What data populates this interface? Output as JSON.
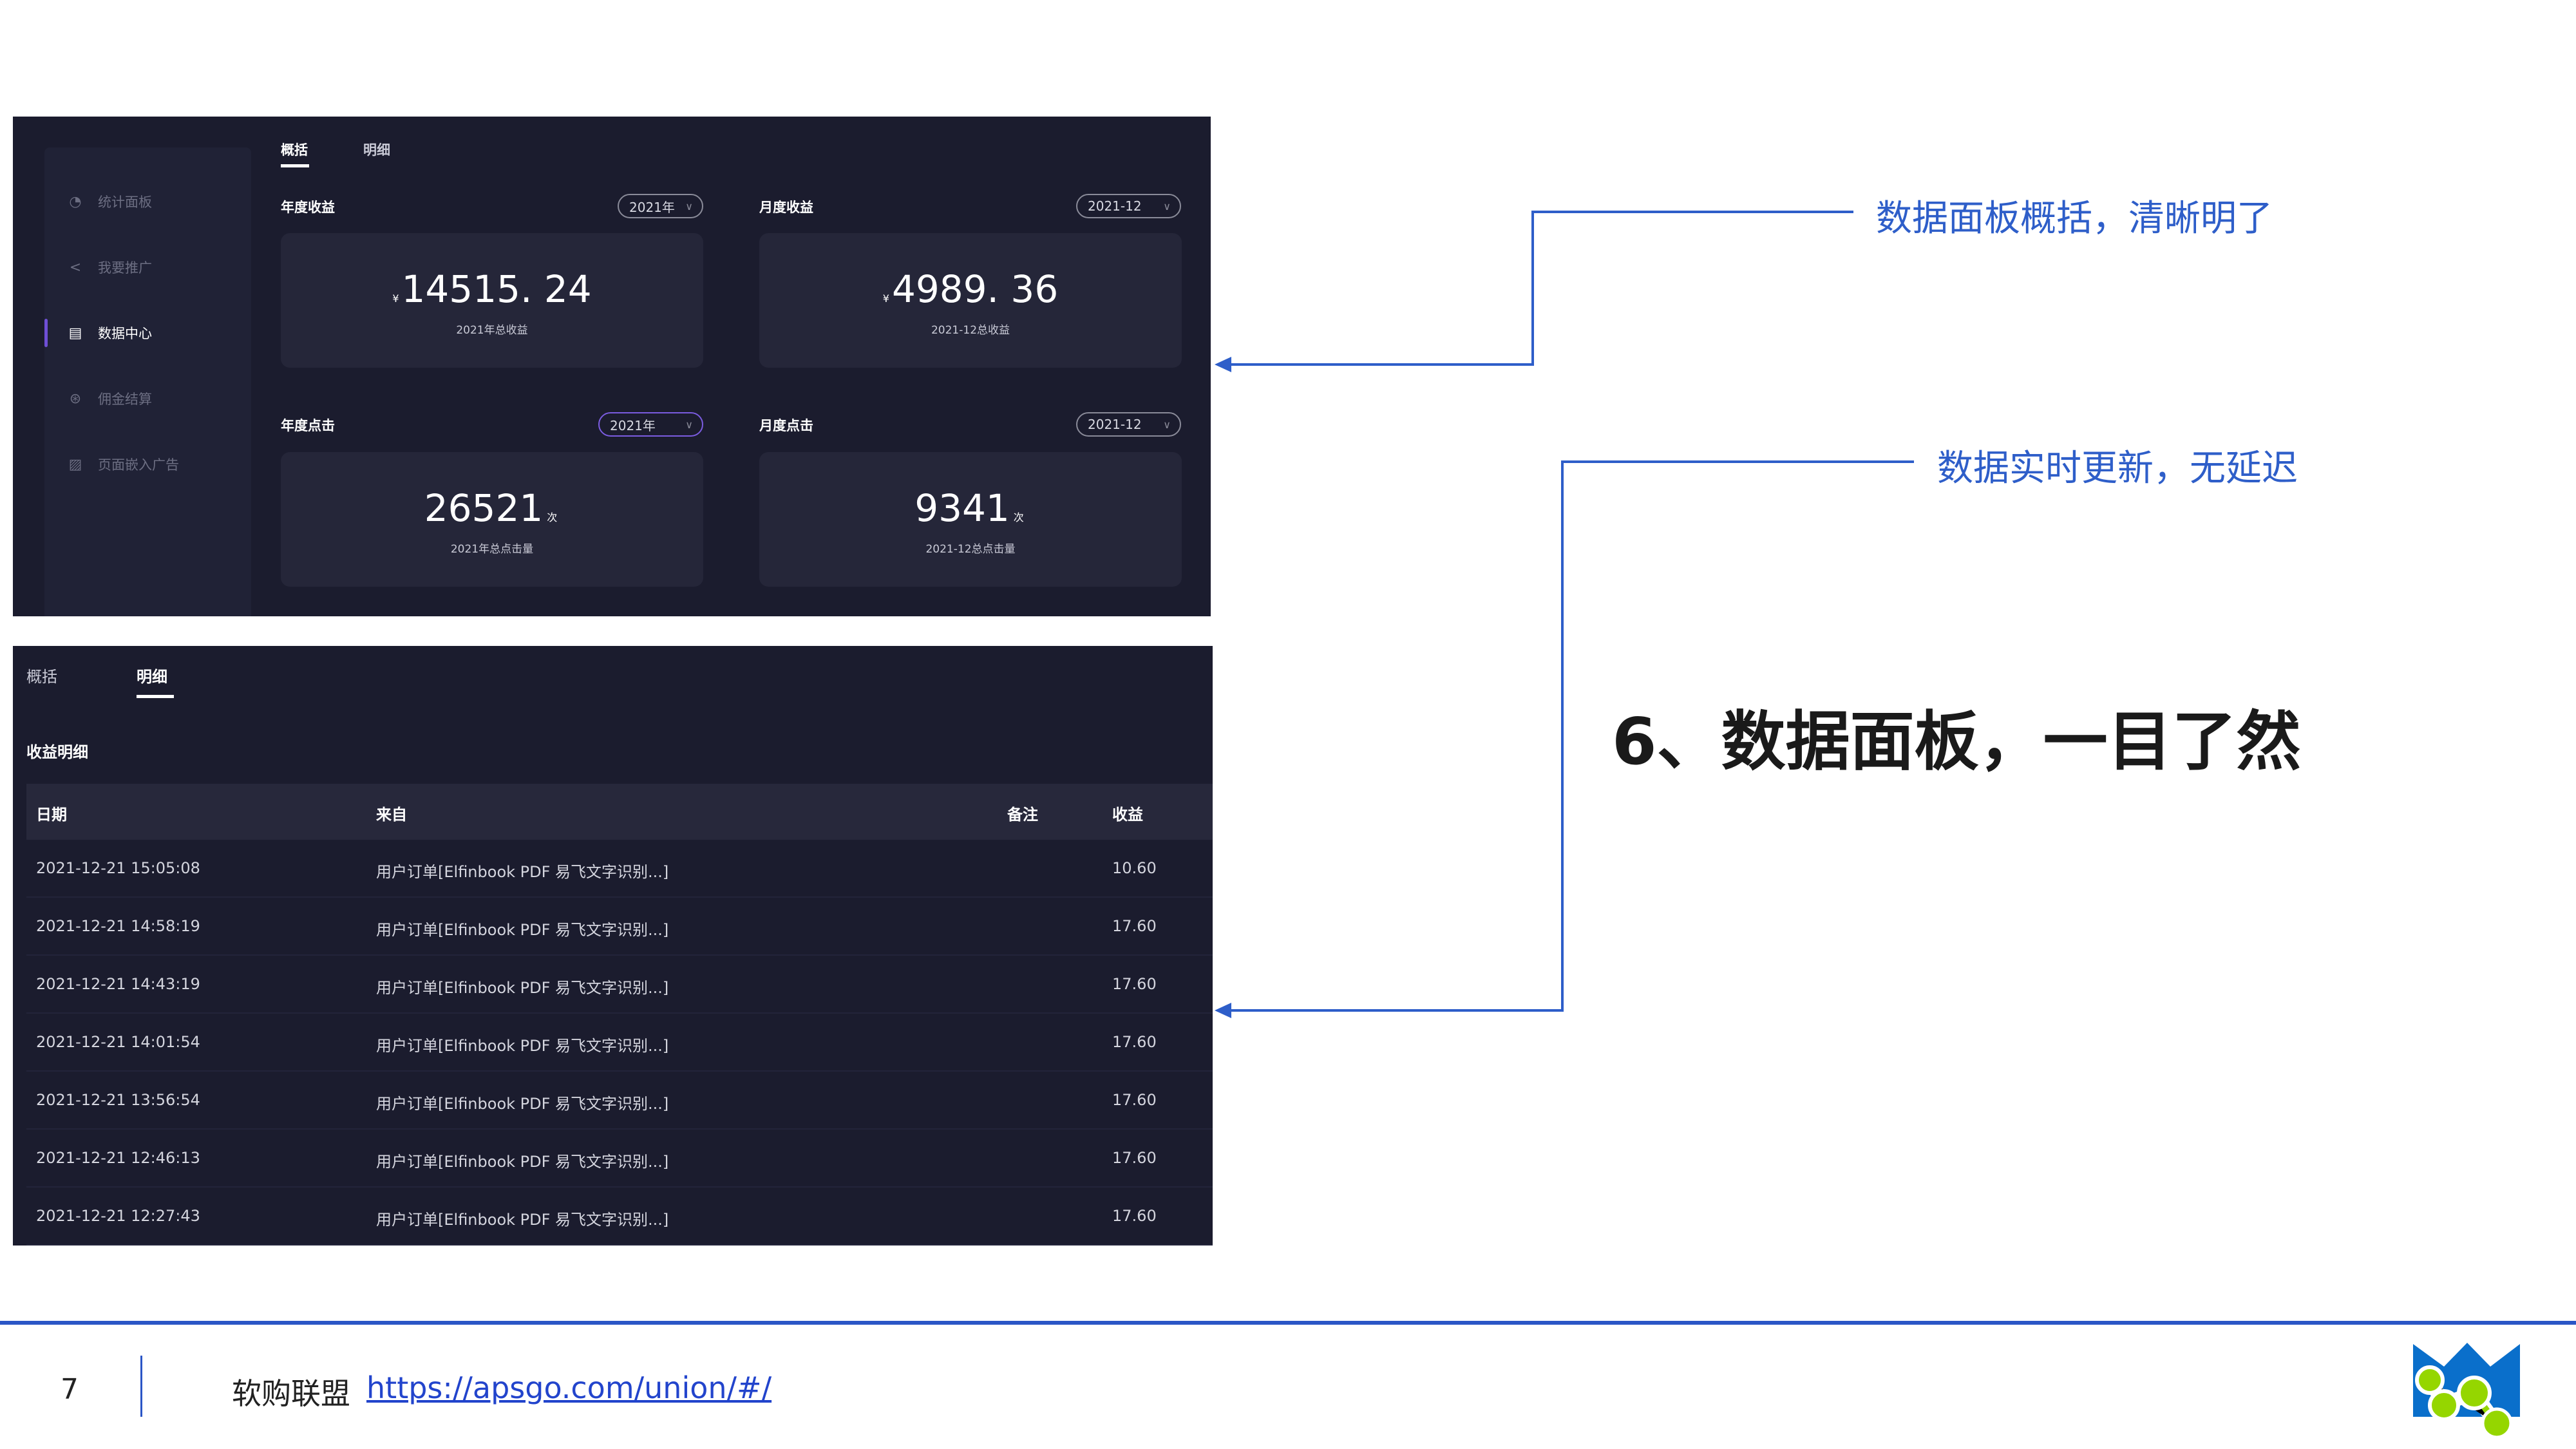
{
  "sidebar": {
    "items": [
      {
        "label": "统计面板",
        "icon": "pie-chart-icon",
        "glyph": "◔"
      },
      {
        "label": "我要推广",
        "icon": "share-icon",
        "glyph": "<"
      },
      {
        "label": "数据中心",
        "icon": "data-list-icon",
        "glyph": "▤"
      },
      {
        "label": "佣金结算",
        "icon": "settlement-icon",
        "glyph": "⊛"
      },
      {
        "label": "页面嵌入广告",
        "icon": "image-icon",
        "glyph": "▨"
      }
    ],
    "active": 2
  },
  "top_tabs": [
    "概括",
    "明细"
  ],
  "overview": {
    "annual_income": {
      "label": "年度收益",
      "select": "2021年",
      "currency": "¥",
      "value": "14515. 24",
      "caption": "2021年总收益"
    },
    "monthly_income": {
      "label": "月度收益",
      "select": "2021-12",
      "currency": "¥",
      "value": "4989. 36",
      "caption": "2021-12总收益"
    },
    "annual_clicks": {
      "label": "年度点击",
      "select": "2021年",
      "value": "26521",
      "unit": "次",
      "caption": "2021年总点击量"
    },
    "monthly_clicks": {
      "label": "月度点击",
      "select": "2021-12",
      "value": "9341",
      "unit": "次",
      "caption": "2021-12总点击量"
    }
  },
  "bottom_tabs": [
    "概括",
    "明细"
  ],
  "detail": {
    "title": "收益明细",
    "columns": [
      "日期",
      "来自",
      "备注",
      "收益"
    ],
    "rows": [
      [
        "2021-12-21 15:05:08",
        "用户订单[Elfinbook PDF 易飞文字识别...]",
        "",
        "10.60"
      ],
      [
        "2021-12-21 14:58:19",
        "用户订单[Elfinbook PDF 易飞文字识别...]",
        "",
        "17.60"
      ],
      [
        "2021-12-21 14:43:19",
        "用户订单[Elfinbook PDF 易飞文字识别...]",
        "",
        "17.60"
      ],
      [
        "2021-12-21 14:01:54",
        "用户订单[Elfinbook PDF 易飞文字识别...]",
        "",
        "17.60"
      ],
      [
        "2021-12-21 13:56:54",
        "用户订单[Elfinbook PDF 易飞文字识别...]",
        "",
        "17.60"
      ],
      [
        "2021-12-21 12:46:13",
        "用户订单[Elfinbook PDF 易飞文字识别...]",
        "",
        "17.60"
      ],
      [
        "2021-12-21 12:27:43",
        "用户订单[Elfinbook PDF 易飞文字识别...]",
        "",
        "17.60"
      ]
    ]
  },
  "annotations": {
    "first": "数据面板概括，清晰明了",
    "second": "数据实时更新，无延迟"
  },
  "heading": "6、数据面板，一目了然",
  "footer": {
    "page": "7",
    "brand": "软购联盟",
    "link": "https://apsgo.com/union/#/"
  },
  "colors": {
    "accent": "#2e5ec9",
    "panel": "#1b1c2e",
    "card": "#252639",
    "active": "#6f4fd6"
  }
}
